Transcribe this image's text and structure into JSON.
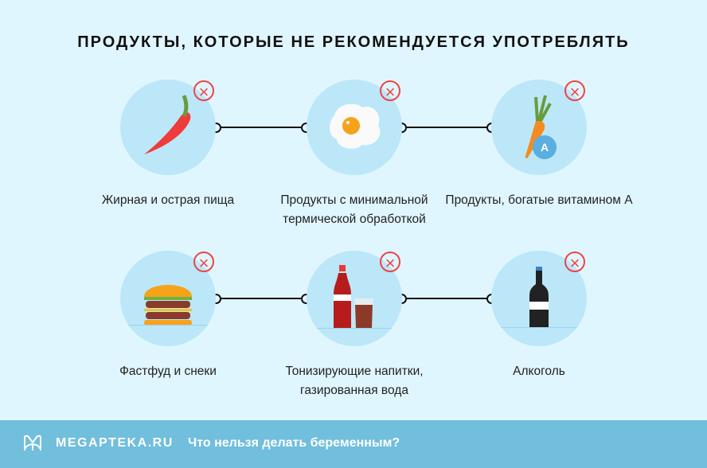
{
  "title": "ПРОДУКТЫ, КОТОРЫЕ НЕ РЕКОМЕНДУЕТСЯ УПОТРЕБЛЯТЬ",
  "items": [
    {
      "label": "Жирная и острая пища",
      "icon": "chili-pepper-icon"
    },
    {
      "label": "Продукты с минимальной термической обработкой",
      "icon": "fried-egg-icon"
    },
    {
      "label": "Продукты, богатые витамином А",
      "icon": "carrot-vitamin-a-icon",
      "badge": "A"
    },
    {
      "label": "Фастфуд и снеки",
      "icon": "burger-icon"
    },
    {
      "label": "Тонизирующие напитки, газированная вода",
      "icon": "cola-icon"
    },
    {
      "label": "Алкоголь",
      "icon": "bottle-icon"
    }
  ],
  "footer": {
    "brand": "MEGAPTEKA.RU",
    "text": "Что нельзя делать беременным?"
  },
  "colors": {
    "background": "#e0f6fe",
    "circle": "#bbe7f9",
    "cross": "#ef4444",
    "footer": "#71bedd"
  }
}
